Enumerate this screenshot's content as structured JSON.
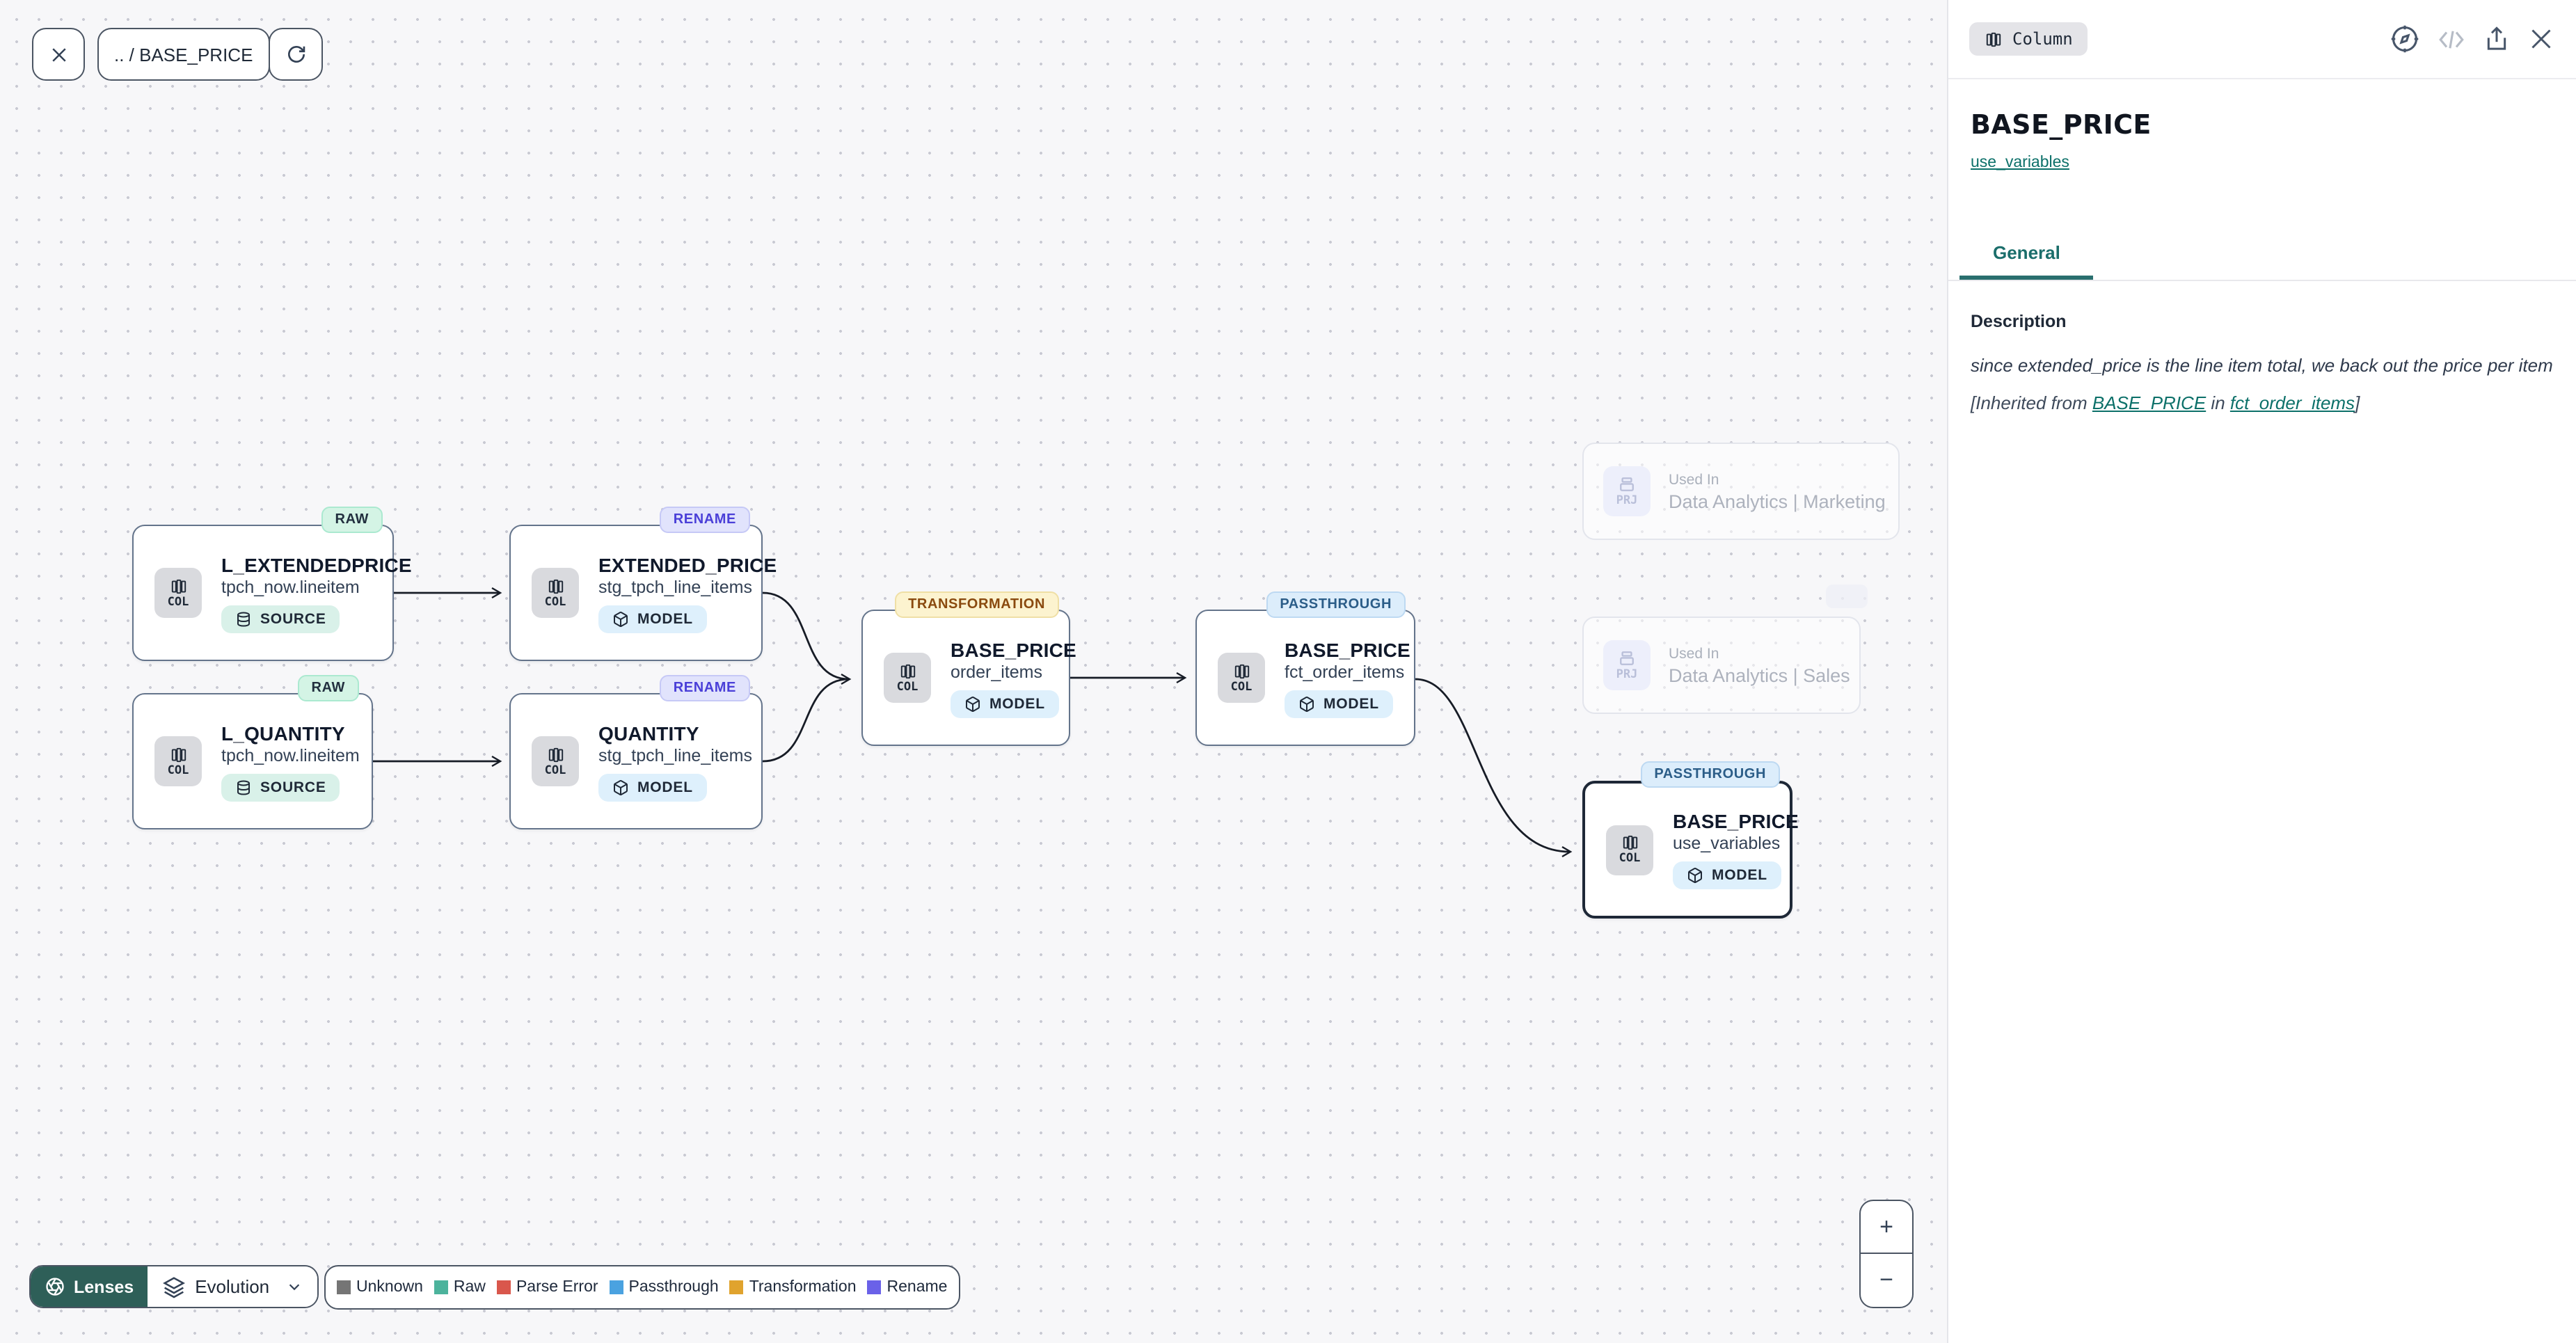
{
  "toolbar": {
    "breadcrumb": ".. / BASE_PRICE"
  },
  "panel": {
    "type_badge": "Column",
    "title": "BASE_PRICE",
    "subtitle_link": "use_variables",
    "tabs": [
      {
        "label": "General"
      }
    ],
    "description": {
      "heading": "Description",
      "text": "since extended_price is the line item total, we back out the price per item",
      "inherited_prefix": "[Inherited from ",
      "inherited_link_column": "BASE_PRICE",
      "inherited_mid": " in ",
      "inherited_link_model": "fct_order_items",
      "inherited_suffix": "]"
    }
  },
  "nodes": [
    {
      "badge": "RAW",
      "title": "L_EXTENDEDPRICE",
      "subtitle": "tpch_now.lineitem",
      "kind": "SOURCE",
      "chip": "COL"
    },
    {
      "badge": "RENAME",
      "title": "EXTENDED_PRICE",
      "subtitle": "stg_tpch_line_items",
      "kind": "MODEL",
      "chip": "COL"
    },
    {
      "badge": "RAW",
      "title": "L_QUANTITY",
      "subtitle": "tpch_now.lineitem",
      "kind": "SOURCE",
      "chip": "COL"
    },
    {
      "badge": "RENAME",
      "title": "QUANTITY",
      "subtitle": "stg_tpch_line_items",
      "kind": "MODEL",
      "chip": "COL"
    },
    {
      "badge": "TRANSFORMATION",
      "title": "BASE_PRICE",
      "subtitle": "order_items",
      "kind": "MODEL",
      "chip": "COL"
    },
    {
      "badge": "PASSTHROUGH",
      "title": "BASE_PRICE",
      "subtitle": "fct_order_items",
      "kind": "MODEL",
      "chip": "COL"
    },
    {
      "badge": "PASSTHROUGH",
      "title": "BASE_PRICE",
      "subtitle": "use_variables",
      "kind": "MODEL",
      "chip": "COL",
      "selected": true
    }
  ],
  "ghost_nodes": [
    {
      "chip": "PRJ",
      "label": "Used In",
      "name": "Data Analytics | Marketing"
    },
    {
      "chip": "PRJ",
      "label": "Used In",
      "name": "Data Analytics | Sales"
    }
  ],
  "footer": {
    "lenses_label": "Lenses",
    "lens_selected": "Evolution",
    "legend": [
      {
        "label": "Unknown",
        "color": "#757575"
      },
      {
        "label": "Raw",
        "color": "#4cb39c"
      },
      {
        "label": "Parse Error",
        "color": "#d9574c"
      },
      {
        "label": "Passthrough",
        "color": "#4aa2e0"
      },
      {
        "label": "Transformation",
        "color": "#e0a32e"
      },
      {
        "label": "Rename",
        "color": "#6a61e8"
      }
    ]
  },
  "zoom_controls": {
    "zoom_in": "+",
    "zoom_out": "−"
  },
  "colors": {
    "accent_teal": "#2a6f6e",
    "lenses_bg": "#2e5f58",
    "badge_raw_bg": "#d4f4e5",
    "badge_rename_bg": "#e1e3fc",
    "badge_transformation_bg": "#fcf3cf",
    "badge_passthrough_bg": "#dcedfb",
    "kind_source_bg": "#d9f1e9",
    "kind_model_bg": "#def0fc"
  }
}
